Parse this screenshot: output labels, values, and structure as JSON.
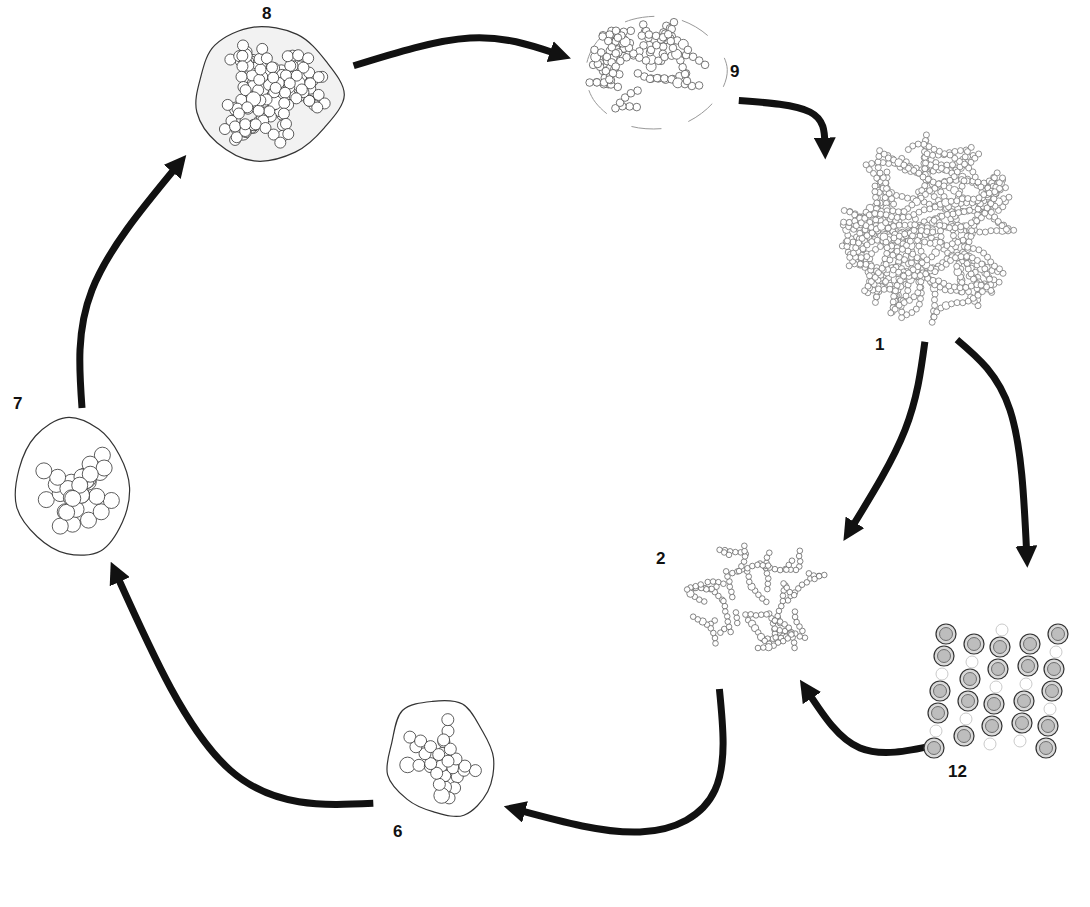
{
  "diagram": {
    "nodes": [
      {
        "text": [
          "8"
        ]
      },
      {
        "text": [
          "9"
        ]
      },
      {
        "text": [
          "1"
        ]
      },
      {
        "text": [
          "2"
        ]
      },
      {
        "text": [
          "12"
        ]
      },
      {
        "text": [
          "6"
        ]
      },
      {
        "text": [
          "7"
        ]
      }
    ],
    "edges": [
      {
        "from": 0,
        "to": 1,
        "arrow": "to"
      },
      {
        "from": 1,
        "to": 2,
        "arrow": "to"
      },
      {
        "from": 2,
        "to": 3,
        "arrow": "to"
      },
      {
        "from": 2,
        "to": 4,
        "arrow": "to"
      },
      {
        "from": 4,
        "to": 3,
        "arrow": "to"
      },
      {
        "from": 3,
        "to": 5,
        "arrow": "to"
      },
      {
        "from": 5,
        "to": 6,
        "arrow": "to"
      },
      {
        "from": 6,
        "to": 0,
        "arrow": "to"
      }
    ]
  }
}
